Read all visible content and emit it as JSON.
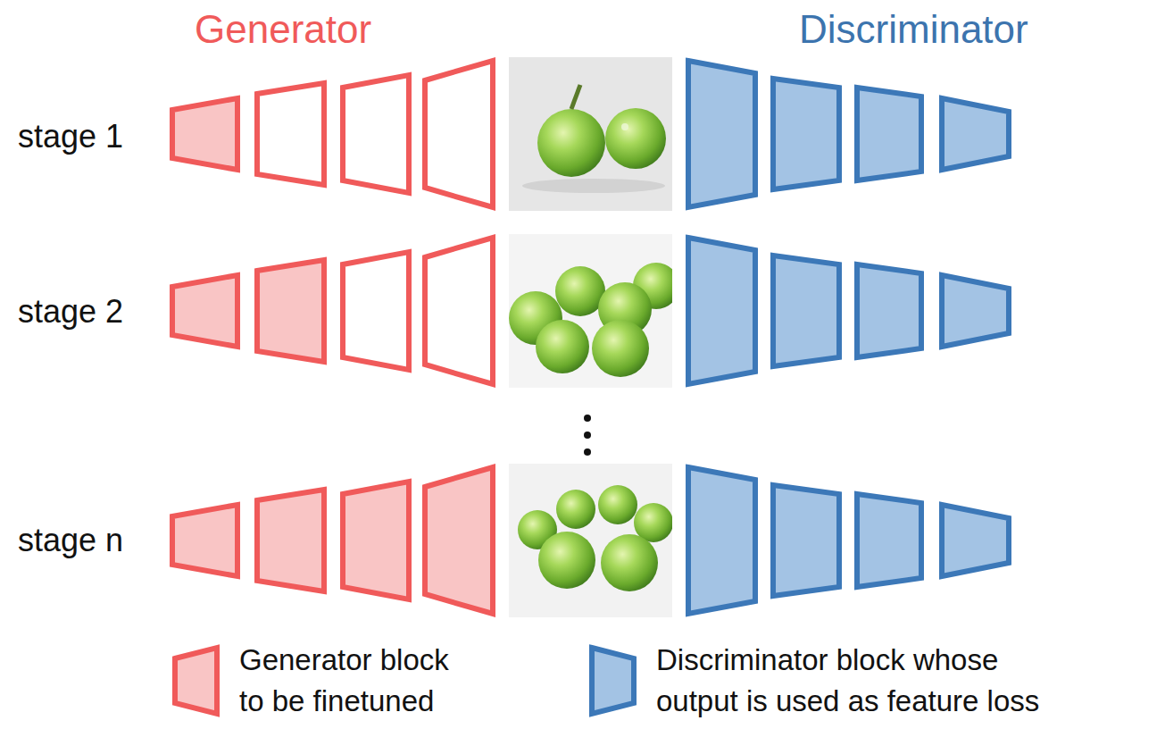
{
  "diagram": {
    "labels": [
      "Generator",
      "Discriminator",
      "stage 1",
      "stage 2",
      "stage n"
    ],
    "legend": [
      {
        "text": "Generator block to be finetuned"
      },
      {
        "text": "Discriminator block whose output is used as feature loss"
      }
    ]
  }
}
